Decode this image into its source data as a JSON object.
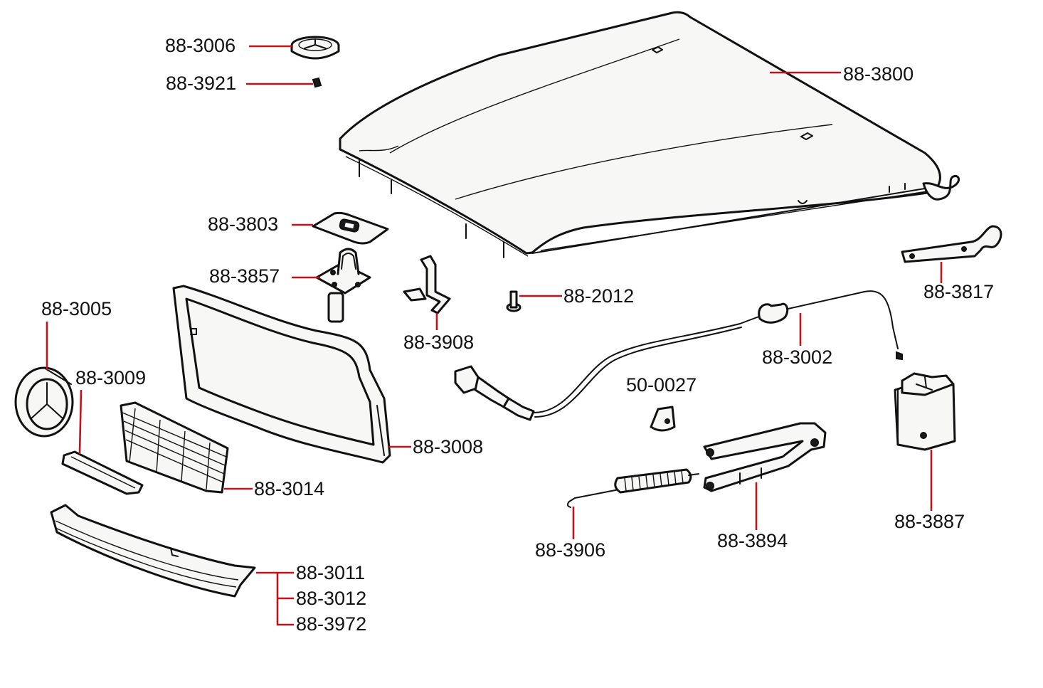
{
  "parts": [
    {
      "id": "88-3006",
      "label": "88-3006"
    },
    {
      "id": "88-3921",
      "label": "88-3921"
    },
    {
      "id": "88-3800",
      "label": "88-3800"
    },
    {
      "id": "88-3803",
      "label": "88-3803"
    },
    {
      "id": "88-3857",
      "label": "88-3857"
    },
    {
      "id": "88-3817",
      "label": "88-3817"
    },
    {
      "id": "88-2012",
      "label": "88-2012"
    },
    {
      "id": "88-3005",
      "label": "88-3005"
    },
    {
      "id": "88-3908",
      "label": "88-3908"
    },
    {
      "id": "88-3002",
      "label": "88-3002"
    },
    {
      "id": "88-3009",
      "label": "88-3009"
    },
    {
      "id": "50-0027",
      "label": "50-0027"
    },
    {
      "id": "88-3008",
      "label": "88-3008"
    },
    {
      "id": "88-3014",
      "label": "88-3014"
    },
    {
      "id": "88-3887",
      "label": "88-3887"
    },
    {
      "id": "88-3906",
      "label": "88-3906"
    },
    {
      "id": "88-3894",
      "label": "88-3894"
    },
    {
      "id": "88-3011",
      "label": "88-3011"
    },
    {
      "id": "88-3012",
      "label": "88-3012"
    },
    {
      "id": "88-3972",
      "label": "88-3972"
    }
  ],
  "colors": {
    "leader": "#c0141c",
    "ink": "#111111"
  }
}
